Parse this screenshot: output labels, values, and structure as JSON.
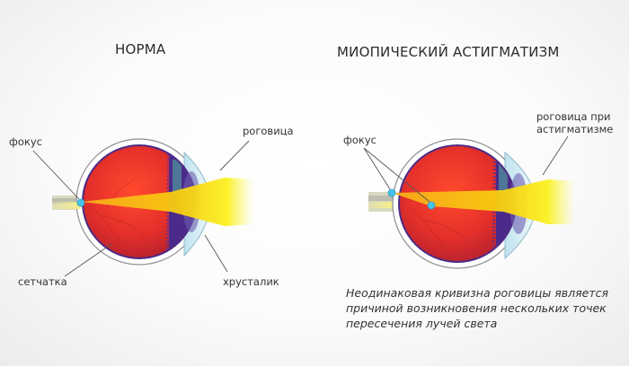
{
  "left_panel": {
    "title": "НОРМА",
    "labels": {
      "focus": "фокус",
      "cornea": "роговица",
      "retina": "сетчатка",
      "lens": "хрусталик"
    }
  },
  "right_panel": {
    "title": "МИОПИЧЕСКИЙ АСТИГМАТИЗМ",
    "labels": {
      "focus": "фокус",
      "cornea_line1": "роговица при",
      "cornea_line2": "астигматизме"
    },
    "caption": {
      "line1": "Неодинаковая кривизна роговицы является",
      "line2": "причиной возникновения нескольких точек",
      "line3": "пересечения лучей света"
    }
  },
  "colors": {
    "eyeball": "#e8322b",
    "iris": "#4a2a8a",
    "light_beam": "#f7e600",
    "focus_point": "#47c3e8",
    "cornea": "#d7eef6"
  }
}
